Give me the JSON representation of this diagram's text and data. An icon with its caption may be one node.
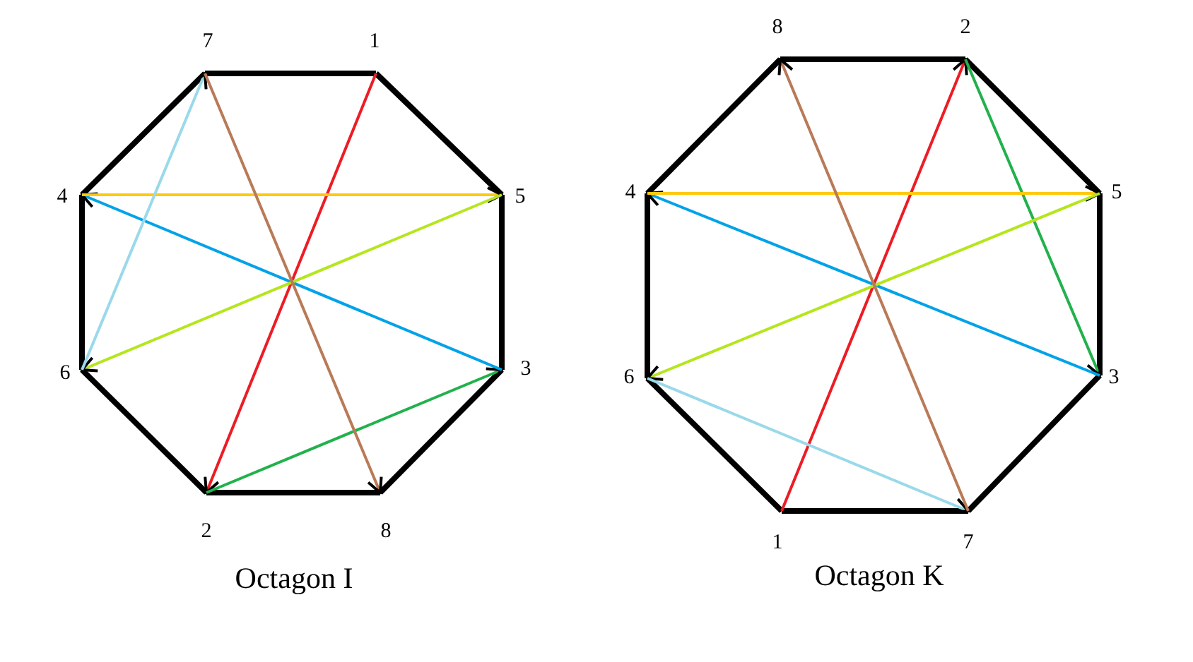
{
  "diagram": {
    "nodes": [
      {
        "text": [
          "Octagon I"
        ]
      },
      {
        "text": [
          "7"
        ],
        "in": 0
      },
      {
        "text": [
          "1"
        ],
        "in": 0
      },
      {
        "text": [
          "4"
        ],
        "in": 0
      },
      {
        "text": [
          "5"
        ],
        "in": 0
      },
      {
        "text": [
          "6"
        ],
        "in": 0
      },
      {
        "text": [
          "3"
        ],
        "in": 0
      },
      {
        "text": [
          "2"
        ],
        "in": 0
      },
      {
        "text": [
          "8"
        ],
        "in": 0
      },
      {
        "text": [
          "Octagon K"
        ]
      },
      {
        "text": [
          "8"
        ],
        "in": 9
      },
      {
        "text": [
          "2"
        ],
        "in": 9
      },
      {
        "text": [
          "4"
        ],
        "in": 9
      },
      {
        "text": [
          "5"
        ],
        "in": 9
      },
      {
        "text": [
          "6"
        ],
        "in": 9
      },
      {
        "text": [
          "3"
        ],
        "in": 9
      },
      {
        "text": [
          "1"
        ],
        "in": 9
      },
      {
        "text": [
          "7"
        ],
        "in": 9
      }
    ],
    "edges": [
      {
        "from": 1,
        "to": 2,
        "arrow": "none"
      },
      {
        "from": 2,
        "to": 4,
        "arrow": "none"
      },
      {
        "from": 4,
        "to": 6,
        "arrow": "none"
      },
      {
        "from": 6,
        "to": 8,
        "arrow": "none"
      },
      {
        "from": 8,
        "to": 7,
        "arrow": "none"
      },
      {
        "from": 7,
        "to": 5,
        "arrow": "none"
      },
      {
        "from": 5,
        "to": 3,
        "arrow": "none"
      },
      {
        "from": 3,
        "to": 1,
        "arrow": "none"
      },
      {
        "from": 2,
        "to": 7,
        "arrow": "to",
        "color": "#ed1c24"
      },
      {
        "from": 7,
        "to": 6,
        "arrow": "to",
        "color": "#22b14c"
      },
      {
        "from": 6,
        "to": 3,
        "arrow": "to",
        "color": "#00a2e8"
      },
      {
        "from": 3,
        "to": 4,
        "arrow": "to",
        "color": "#ffc90e"
      },
      {
        "from": 4,
        "to": 5,
        "arrow": "to",
        "color": "#b5e61d"
      },
      {
        "from": 5,
        "to": 1,
        "arrow": "to",
        "color": "#99d9ea"
      },
      {
        "from": 1,
        "to": 8,
        "arrow": "to",
        "color": "#b97a57"
      },
      {
        "from": 10,
        "to": 11,
        "arrow": "none"
      },
      {
        "from": 11,
        "to": 13,
        "arrow": "none"
      },
      {
        "from": 13,
        "to": 15,
        "arrow": "none"
      },
      {
        "from": 15,
        "to": 17,
        "arrow": "none"
      },
      {
        "from": 17,
        "to": 16,
        "arrow": "none"
      },
      {
        "from": 16,
        "to": 14,
        "arrow": "none"
      },
      {
        "from": 14,
        "to": 12,
        "arrow": "none"
      },
      {
        "from": 12,
        "to": 10,
        "arrow": "none"
      },
      {
        "from": 16,
        "to": 11,
        "arrow": "to",
        "color": "#ed1c24"
      },
      {
        "from": 11,
        "to": 15,
        "arrow": "to",
        "color": "#22b14c"
      },
      {
        "from": 15,
        "to": 12,
        "arrow": "to",
        "color": "#00a2e8"
      },
      {
        "from": 12,
        "to": 13,
        "arrow": "to",
        "color": "#ffc90e"
      },
      {
        "from": 13,
        "to": 14,
        "arrow": "to",
        "color": "#b5e61d"
      },
      {
        "from": 14,
        "to": 17,
        "arrow": "to",
        "color": "#99d9ea"
      },
      {
        "from": 17,
        "to": 10,
        "arrow": "to",
        "color": "#b97a57"
      }
    ]
  }
}
